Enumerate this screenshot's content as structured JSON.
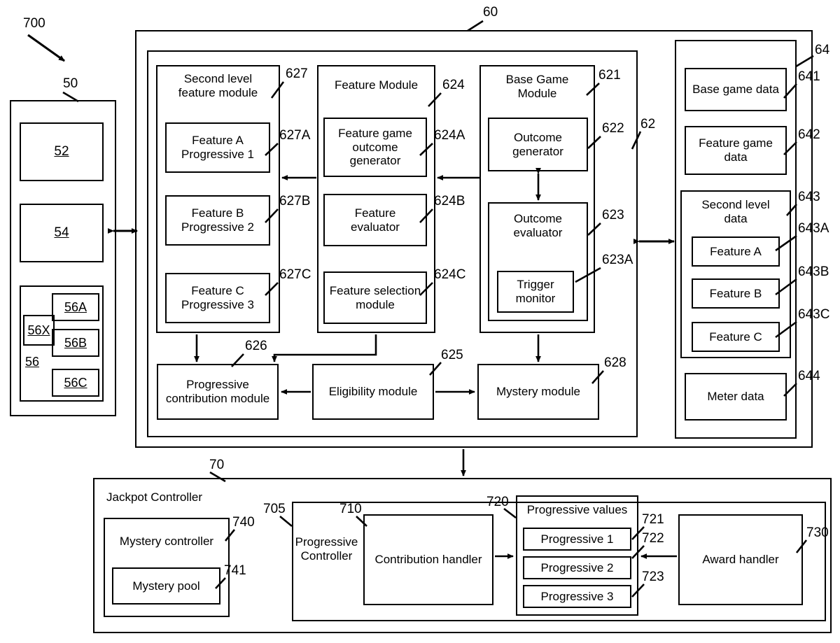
{
  "figure": {
    "ref_700": "700",
    "ref_50": "50",
    "ref_60": "60",
    "ref_62": "62",
    "ref_64": "64",
    "ref_70": "70"
  },
  "gaming_device": {
    "ref": "50",
    "blocks": [
      {
        "label": "52",
        "ref": "52"
      },
      {
        "label": "54",
        "ref": "54"
      }
    ],
    "group": {
      "ref": "56",
      "label": "56",
      "side_block": "56X",
      "items": [
        "56A",
        "56B",
        "56C"
      ]
    }
  },
  "game_controller": {
    "ref": "60",
    "inner_ref": "62",
    "columns": [
      {
        "title": "Second level\nfeature module",
        "ref": "627",
        "items": [
          {
            "label": "Feature A\nProgressive 1",
            "ref": "627A"
          },
          {
            "label": "Feature B\nProgressive 2",
            "ref": "627B"
          },
          {
            "label": "Feature C\nProgressive 3",
            "ref": "627C"
          }
        ]
      },
      {
        "title": "Feature Module",
        "ref": "624",
        "items": [
          {
            "label": "Feature game\noutcome\ngenerator",
            "ref": "624A"
          },
          {
            "label": "Feature\nevaluator",
            "ref": "624B"
          },
          {
            "label": "Feature selection\nmodule",
            "ref": "624C"
          }
        ]
      },
      {
        "title": "Base Game\nModule",
        "ref": "621",
        "items": [
          {
            "label": "Outcome\ngenerator",
            "ref": "622"
          },
          {
            "label": "Outcome\nevaluator",
            "ref": "623"
          },
          {
            "label": "Trigger\nmonitor",
            "ref": "623A"
          }
        ]
      }
    ],
    "bottom_row": [
      {
        "label": "Progressive\ncontribution module",
        "ref": "626"
      },
      {
        "label": "Eligibility module",
        "ref": "625"
      },
      {
        "label": "Mystery module",
        "ref": "628"
      }
    ]
  },
  "memory": {
    "ref": "64",
    "items": [
      {
        "label": "Base game data",
        "ref": "641"
      },
      {
        "label": "Feature game\ndata",
        "ref": "642"
      }
    ],
    "second_level": {
      "title": "Second level\ndata",
      "ref": "643",
      "items": [
        {
          "label": "Feature A",
          "ref": "643A"
        },
        {
          "label": "Feature B",
          "ref": "643B"
        },
        {
          "label": "Feature C",
          "ref": "643C"
        }
      ]
    },
    "meter": {
      "label": "Meter data",
      "ref": "644"
    }
  },
  "jackpot_controller": {
    "title": "Jackpot Controller",
    "ref": "70",
    "mystery_controller": {
      "label": "Mystery controller",
      "ref": "740",
      "pool": {
        "label": "Mystery pool",
        "ref": "741"
      }
    },
    "progressive_controller": {
      "label": "Progressive\nController",
      "ref": "705",
      "contribution_handler": {
        "label": "Contribution handler",
        "ref": "710"
      },
      "progressive_values": {
        "title": "Progressive values",
        "ref": "720",
        "items": [
          {
            "label": "Progressive 1",
            "ref": "721"
          },
          {
            "label": "Progressive 2",
            "ref": "722"
          },
          {
            "label": "Progressive 3",
            "ref": "723"
          }
        ]
      },
      "award_handler": {
        "label": "Award handler",
        "ref": "730"
      }
    }
  }
}
